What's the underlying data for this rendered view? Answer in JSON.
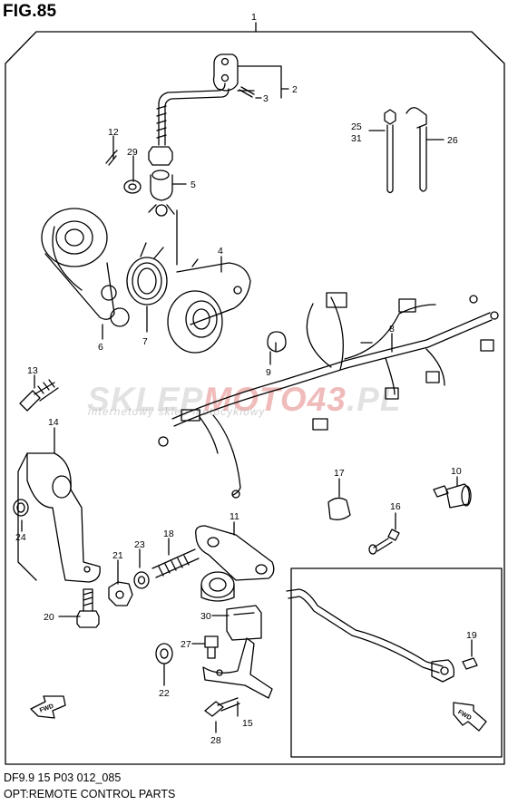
{
  "title": "FIG.85",
  "footer": {
    "code": "DF9.9 15 P03 012_085",
    "caption": "OPT:REMOTE CONTROL PARTS"
  },
  "watermark": {
    "brand_part1": "SKLEP",
    "brand_part2": "MOTO",
    "brand_part3": "43",
    "brand_part4": ".PL",
    "tagline": "internetowy sklep motocyklowy"
  },
  "fwd_label": "FWD",
  "callouts": {
    "c1": "1",
    "c2": "2",
    "c3": "3",
    "c4": "4",
    "c5": "5",
    "c6": "6",
    "c7": "7",
    "c8": "8",
    "c9": "9",
    "c10": "10",
    "c11": "11",
    "c12": "12",
    "c13": "13",
    "c14": "14",
    "c15": "15",
    "c16": "16",
    "c17": "17",
    "c18": "18",
    "c19": "19",
    "c20": "20",
    "c21": "21",
    "c22": "22",
    "c23": "23",
    "c24": "24",
    "c25": "25",
    "c26": "26",
    "c27": "27",
    "c28": "28",
    "c29": "29",
    "c30": "30",
    "c31": "31"
  },
  "colors": {
    "line": "#000000",
    "watermark_grey": "#bebebe",
    "watermark_red": "#e27878"
  }
}
